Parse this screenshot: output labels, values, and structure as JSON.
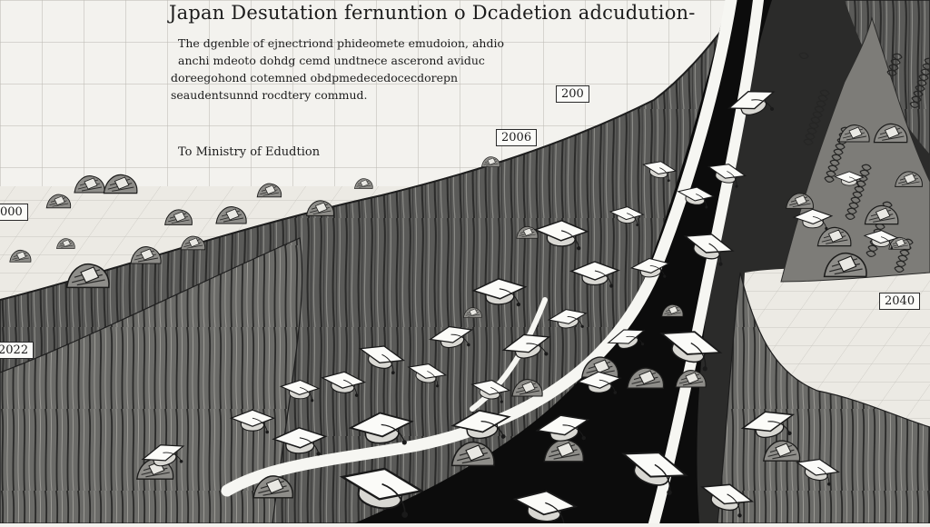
{
  "title": "Japan Desutation fernuntion o Dcadetion adcudution-",
  "paragraph": [
    "The dgenble of ejnectriond phideomete emudoion, ahdio",
    "anchi mdeoto dohdg cemd undtnece ascerond aviduc",
    "doreegohond cotemned obdpmedecedocecdorepn",
    "seaudentsunnd rocdtery commud."
  ],
  "caption": "To Ministry of Edudtion",
  "year_labels": {
    "a": "200",
    "b": "2006",
    "c": "000",
    "d": "2022",
    "e": "2040"
  },
  "colors": {
    "paper": "#f3f2ee",
    "ink": "#1c1c1c",
    "chasm": "#3a3a3a",
    "river": "#0c0c0c",
    "cap": "#fafafa"
  },
  "icons": [
    "graduation-cap-icon",
    "banknote-pile-icon",
    "rubble-icon"
  ]
}
